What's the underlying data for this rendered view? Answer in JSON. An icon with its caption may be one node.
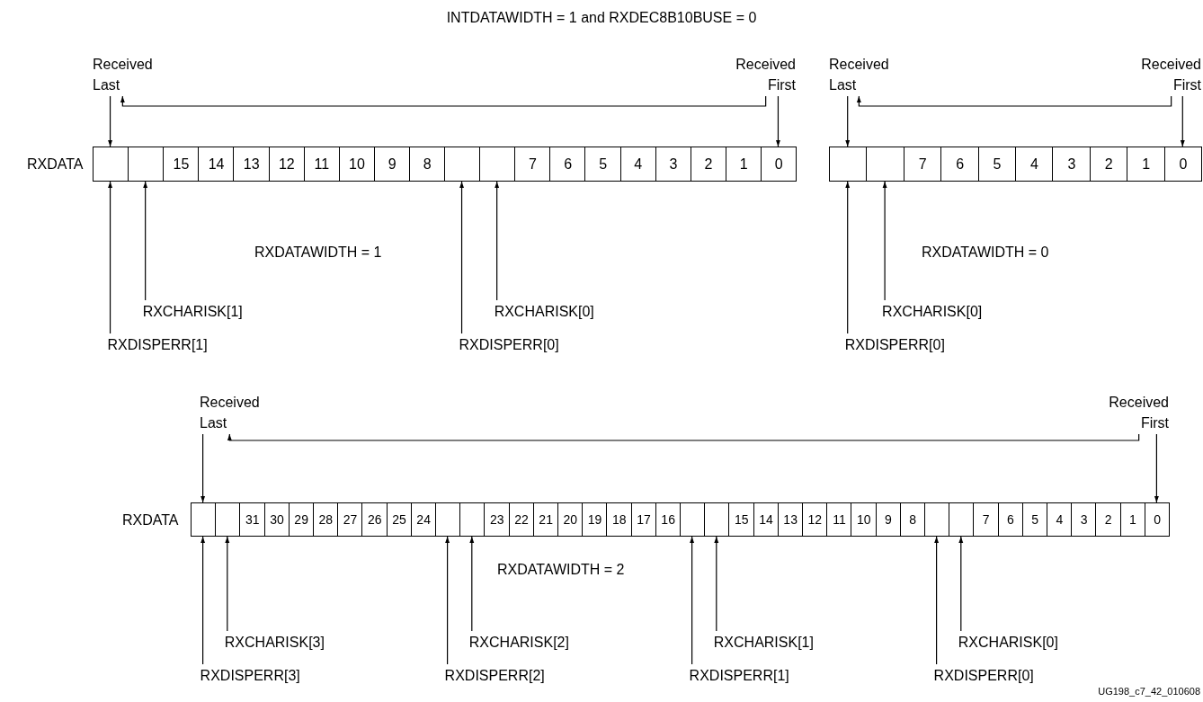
{
  "diagram": {
    "title": "INTDATAWIDTH = 1 and RXDEC8B10BUSE = 0",
    "nodes": [
      {
        "text": [
          "Received Last"
        ]
      },
      {
        "text": [
          "Received First"
        ]
      },
      {
        "text": [],
        "shape": "box"
      },
      {
        "text": [],
        "shape": "box"
      },
      {
        "text": [
          "15"
        ]
      },
      {
        "text": [
          "14"
        ]
      },
      {
        "text": [
          "13"
        ]
      },
      {
        "text": [
          "12"
        ]
      },
      {
        "text": [
          "11"
        ]
      },
      {
        "text": [
          "10"
        ]
      },
      {
        "text": [
          "9"
        ]
      },
      {
        "text": [
          "8"
        ]
      },
      {
        "text": [],
        "shape": "box"
      },
      {
        "text": [],
        "shape": "box"
      },
      {
        "text": [
          "7"
        ]
      },
      {
        "text": [
          "6"
        ]
      },
      {
        "text": [
          "5"
        ]
      },
      {
        "text": [
          "4"
        ]
      },
      {
        "text": [
          "3"
        ]
      },
      {
        "text": [
          "2"
        ]
      },
      {
        "text": [
          "1"
        ]
      },
      {
        "text": [
          "0"
        ]
      },
      {
        "text": [
          "RXCHARISK[1]"
        ]
      },
      {
        "text": [
          "RXDISPERR[1]"
        ]
      },
      {
        "text": [
          "RXCHARISK[0]"
        ]
      },
      {
        "text": [
          "RXDISPERR[0]"
        ]
      },
      {
        "text": [
          "Received Last"
        ]
      },
      {
        "text": [
          "Received First"
        ]
      },
      {
        "text": [],
        "shape": "box"
      },
      {
        "text": [],
        "shape": "box"
      },
      {
        "text": [
          "7"
        ]
      },
      {
        "text": [
          "6"
        ]
      },
      {
        "text": [
          "5"
        ]
      },
      {
        "text": [
          "4"
        ]
      },
      {
        "text": [
          "3"
        ]
      },
      {
        "text": [
          "2"
        ]
      },
      {
        "text": [
          "1"
        ]
      },
      {
        "text": [
          "0"
        ]
      },
      {
        "text": [
          "RXCHARISK[0]"
        ]
      },
      {
        "text": [
          "RXDISPERR[0]"
        ]
      },
      {
        "text": [
          "Received Last"
        ]
      },
      {
        "text": [
          "Received First"
        ]
      },
      {
        "text": [],
        "shape": "box"
      },
      {
        "text": [],
        "shape": "box"
      },
      {
        "text": [
          "31"
        ]
      },
      {
        "text": [
          "30"
        ]
      },
      {
        "text": [
          "29"
        ]
      },
      {
        "text": [
          "28"
        ]
      },
      {
        "text": [
          "27"
        ]
      },
      {
        "text": [
          "26"
        ]
      },
      {
        "text": [
          "25"
        ]
      },
      {
        "text": [
          "24"
        ]
      },
      {
        "text": [],
        "shape": "box"
      },
      {
        "text": [],
        "shape": "box"
      },
      {
        "text": [
          "23"
        ]
      },
      {
        "text": [
          "22"
        ]
      },
      {
        "text": [
          "21"
        ]
      },
      {
        "text": [
          "20"
        ]
      },
      {
        "text": [
          "19"
        ]
      },
      {
        "text": [
          "18"
        ]
      },
      {
        "text": [
          "17"
        ]
      },
      {
        "text": [
          "16"
        ]
      },
      {
        "text": [],
        "shape": "box"
      },
      {
        "text": [],
        "shape": "box"
      },
      {
        "text": [
          "15"
        ]
      },
      {
        "text": [
          "14"
        ]
      },
      {
        "text": [
          "13"
        ]
      },
      {
        "text": [
          "12"
        ]
      },
      {
        "text": [
          "11"
        ]
      },
      {
        "text": [
          "10"
        ]
      },
      {
        "text": [
          "9"
        ]
      },
      {
        "text": [
          "8"
        ]
      },
      {
        "text": [],
        "shape": "box"
      },
      {
        "text": [],
        "shape": "box"
      },
      {
        "text": [
          "7"
        ]
      },
      {
        "text": [
          "6"
        ]
      },
      {
        "text": [
          "5"
        ]
      },
      {
        "text": [
          "4"
        ]
      },
      {
        "text": [
          "3"
        ]
      },
      {
        "text": [
          "2"
        ]
      },
      {
        "text": [
          "1"
        ]
      },
      {
        "text": [
          "0"
        ]
      },
      {
        "text": [
          "RXCHARISK[3]"
        ]
      },
      {
        "text": [
          "RXDISPERR[3]"
        ]
      },
      {
        "text": [
          "RXCHARISK[2]"
        ]
      },
      {
        "text": [
          "RXDISPERR[2]"
        ]
      },
      {
        "text": [
          "RXCHARISK[1]"
        ]
      },
      {
        "text": [
          "RXDISPERR[1]"
        ]
      },
      {
        "text": [
          "RXCHARISK[0]"
        ]
      },
      {
        "text": [
          "RXDISPERR[0]"
        ]
      }
    ],
    "edges": [
      {
        "from": 0,
        "to": 2,
        "arrow": "to"
      },
      {
        "from": 1,
        "to": 21,
        "arrow": "to"
      },
      {
        "from": 22,
        "to": 3,
        "arrow": "to"
      },
      {
        "from": 23,
        "to": 2,
        "arrow": "to"
      },
      {
        "from": 24,
        "to": 13,
        "arrow": "to"
      },
      {
        "from": 25,
        "to": 12,
        "arrow": "to"
      },
      {
        "from": 26,
        "to": 28,
        "arrow": "to"
      },
      {
        "from": 27,
        "to": 37,
        "arrow": "to"
      },
      {
        "from": 38,
        "to": 29,
        "arrow": "to"
      },
      {
        "from": 39,
        "to": 28,
        "arrow": "to"
      },
      {
        "from": 40,
        "to": 42,
        "arrow": "to"
      },
      {
        "from": 41,
        "to": 81,
        "arrow": "to"
      },
      {
        "from": 82,
        "to": 43,
        "arrow": "to"
      },
      {
        "from": 83,
        "to": 42,
        "arrow": "to"
      },
      {
        "from": 84,
        "to": 53,
        "arrow": "to"
      },
      {
        "from": 85,
        "to": 52,
        "arrow": "to"
      },
      {
        "from": 86,
        "to": 63,
        "arrow": "to"
      },
      {
        "from": 87,
        "to": 62,
        "arrow": "to"
      },
      {
        "from": 88,
        "to": 73,
        "arrow": "to"
      },
      {
        "from": 89,
        "to": 72,
        "arrow": "to"
      },
      {
        "from": 1,
        "to": 0,
        "arrow": "to"
      },
      {
        "from": 27,
        "to": 26,
        "arrow": "to"
      },
      {
        "from": 41,
        "to": 40,
        "arrow": "to"
      }
    ],
    "labels": [
      "RXDATA",
      "RXDATAWIDTH = 1",
      "RXDATAWIDTH = 0",
      "RXDATA",
      "RXDATAWIDTH = 2",
      "UG198_c7_42_010608"
    ]
  }
}
